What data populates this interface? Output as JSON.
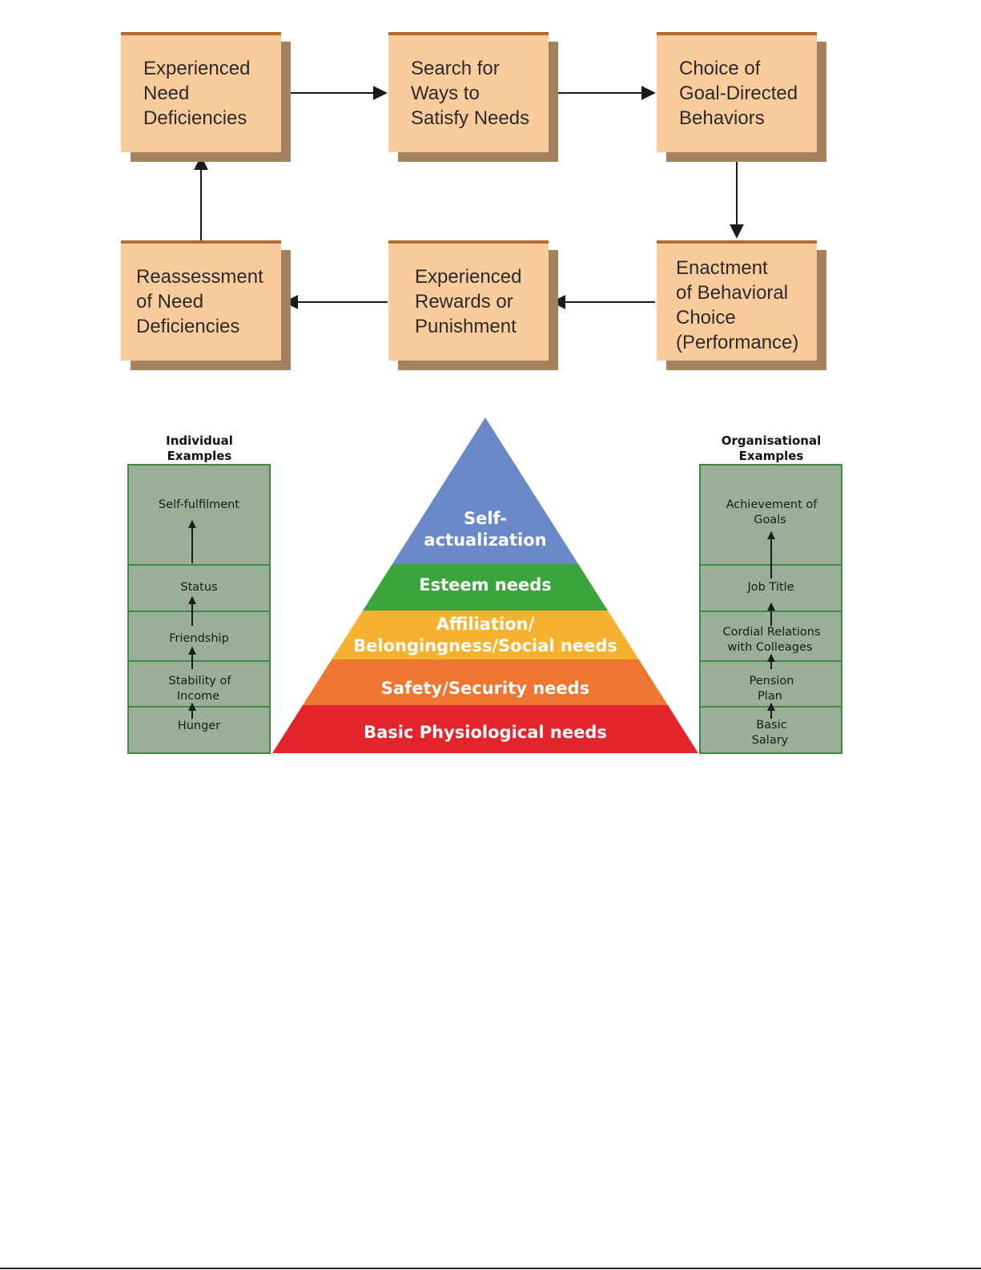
{
  "cycle": {
    "boxes": [
      {
        "id": "experienced-need-deficiencies",
        "label": "Experienced\nNeed\nDeficiencies"
      },
      {
        "id": "search-for-ways",
        "label": "Search for\nWays to\nSatisfy Needs"
      },
      {
        "id": "choice-of-behaviors",
        "label": "Choice of\nGoal-Directed\nBehaviors"
      },
      {
        "id": "enactment",
        "label": "Enactment\nof Behavioral\nChoice\n(Performance)"
      },
      {
        "id": "rewards-punishment",
        "label": "Experienced\nRewards or\nPunishment"
      },
      {
        "id": "reassessment",
        "label": "Reassessment\nof Need\nDeficiencies"
      }
    ]
  },
  "hierarchy": {
    "individual": {
      "heading": "Individual\nExamples",
      "items": [
        "Self-fulfilment",
        "Status",
        "Friendship",
        "Stability of\nIncome",
        "Hunger"
      ]
    },
    "organisational": {
      "heading": "Organisational\nExamples",
      "items": [
        "Achievement of\nGoals",
        "Job Title",
        "Cordial Relations\nwith Colleages",
        "Pension\nPlan",
        "Basic\nSalary"
      ]
    },
    "pyramid": [
      {
        "label": "Self-\nactualization",
        "color": "#6a89c8"
      },
      {
        "label": "Esteem needs",
        "color": "#3aa53a"
      },
      {
        "label": "Affiliation/\nBelongingness/Social needs",
        "color": "#f6b22f"
      },
      {
        "label": "Safety/Security needs",
        "color": "#ef7631"
      },
      {
        "label": "Basic Physiological needs",
        "color": "#e4242b"
      }
    ]
  }
}
